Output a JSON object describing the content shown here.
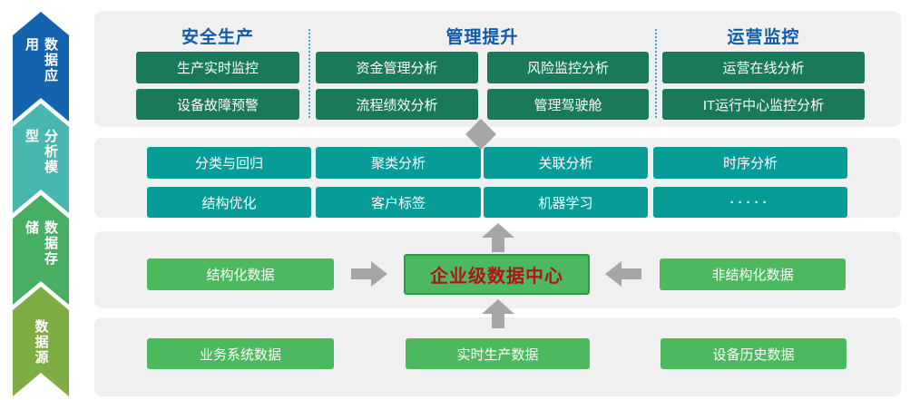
{
  "rail": {
    "items": [
      {
        "label": "数据应用"
      },
      {
        "label": "分析模型"
      },
      {
        "label": "数据存储"
      },
      {
        "label": "数据源"
      }
    ]
  },
  "application_layer": {
    "columns": [
      {
        "title": "安全生产",
        "boxes": [
          "生产实时监控",
          "设备故障预警"
        ]
      },
      {
        "title": "管理提升",
        "boxes": [
          "资金管理分析",
          "流程绩效分析",
          "风险监控分析",
          "管理驾驶舱"
        ]
      },
      {
        "title": "运营监控",
        "boxes": [
          "运营在线分析",
          "IT运行中心监控分析"
        ]
      }
    ]
  },
  "model_layer": {
    "boxes": [
      "分类与回归",
      "聚类分析",
      "关联分析",
      "时序分析",
      "结构优化",
      "客户标签",
      "机器学习",
      "·····"
    ]
  },
  "storage_layer": {
    "left_box": "结构化数据",
    "center_box": "企业级数据中心",
    "right_box": "非结构化数据"
  },
  "source_layer": {
    "boxes": [
      "业务系统数据",
      "实时生产数据",
      "设备历史数据"
    ]
  },
  "colors": {
    "rail_blue": "#1463ae",
    "rail_teal": "#48b7b0",
    "rail_green": "#47ae64",
    "rail_olive": "#7ead43",
    "header_blue": "#0e5bad",
    "box_dark_green": "#1a795a",
    "box_teal": "#089c98",
    "box_green": "#4cb95e",
    "center_border": "#2e9a48",
    "center_text": "#b01515",
    "arrow_gray": "#a6a6a6",
    "band_bg": "#f0f0f0",
    "divider_blue": "#4da2d6"
  }
}
